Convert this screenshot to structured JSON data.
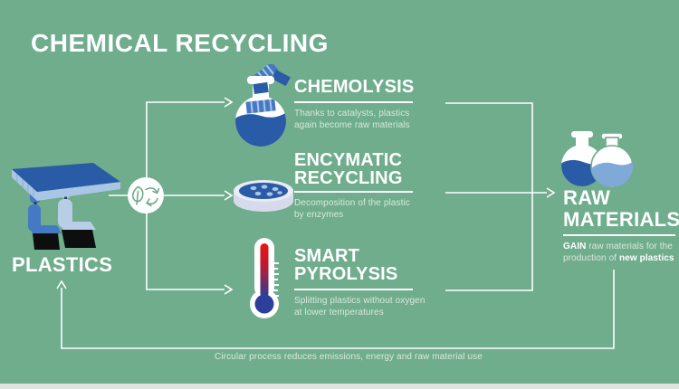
{
  "title": "CHEMICAL RECYCLING",
  "colors": {
    "bg": "#6fad8c",
    "ink": "#ffffff",
    "muted": "#d9e9dd",
    "blue_dark": "#2a5ba7",
    "blue_mid": "#4679c4",
    "blue_light": "#a9c6e4",
    "blue_pale": "#b7cee6",
    "liquid_light": "#7fa9d9",
    "petri_rim": "#d7daeb",
    "petri_top": "#e9ebf5",
    "red": "#e81616",
    "navy": "#2c3f9a",
    "strip": "#dfe4df",
    "icon_green": "#69a78a"
  },
  "source": {
    "label": "PLASTICS",
    "icon": "plastic-furniture-icon"
  },
  "hub": {
    "icon": "eco-recycle-icon"
  },
  "processes": [
    {
      "name": "CHEMOLYSIS",
      "icon": "flask-icon",
      "description": "Thanks to catalysts, plastics\nagain become raw materials"
    },
    {
      "name": "ENCYMATIC\nRECYCLING",
      "icon": "petri-dish-icon",
      "description": "Decomposition of the plastic\nby enzymes"
    },
    {
      "name": "SMART\nPYROLYSIS",
      "icon": "thermometer-icon",
      "description": "Splitting plastics without oxygen\nat lower temperatures"
    }
  ],
  "output": {
    "label": "RAW\nMATERIALS",
    "icon": "two-flasks-icon",
    "caption_bold_lead": "GAIN",
    "caption_middle": " raw materials for the\nproduction of ",
    "caption_bold_tail": "new plastics"
  },
  "footer": {
    "note": "Circular process reduces emissions, energy and raw material use"
  }
}
